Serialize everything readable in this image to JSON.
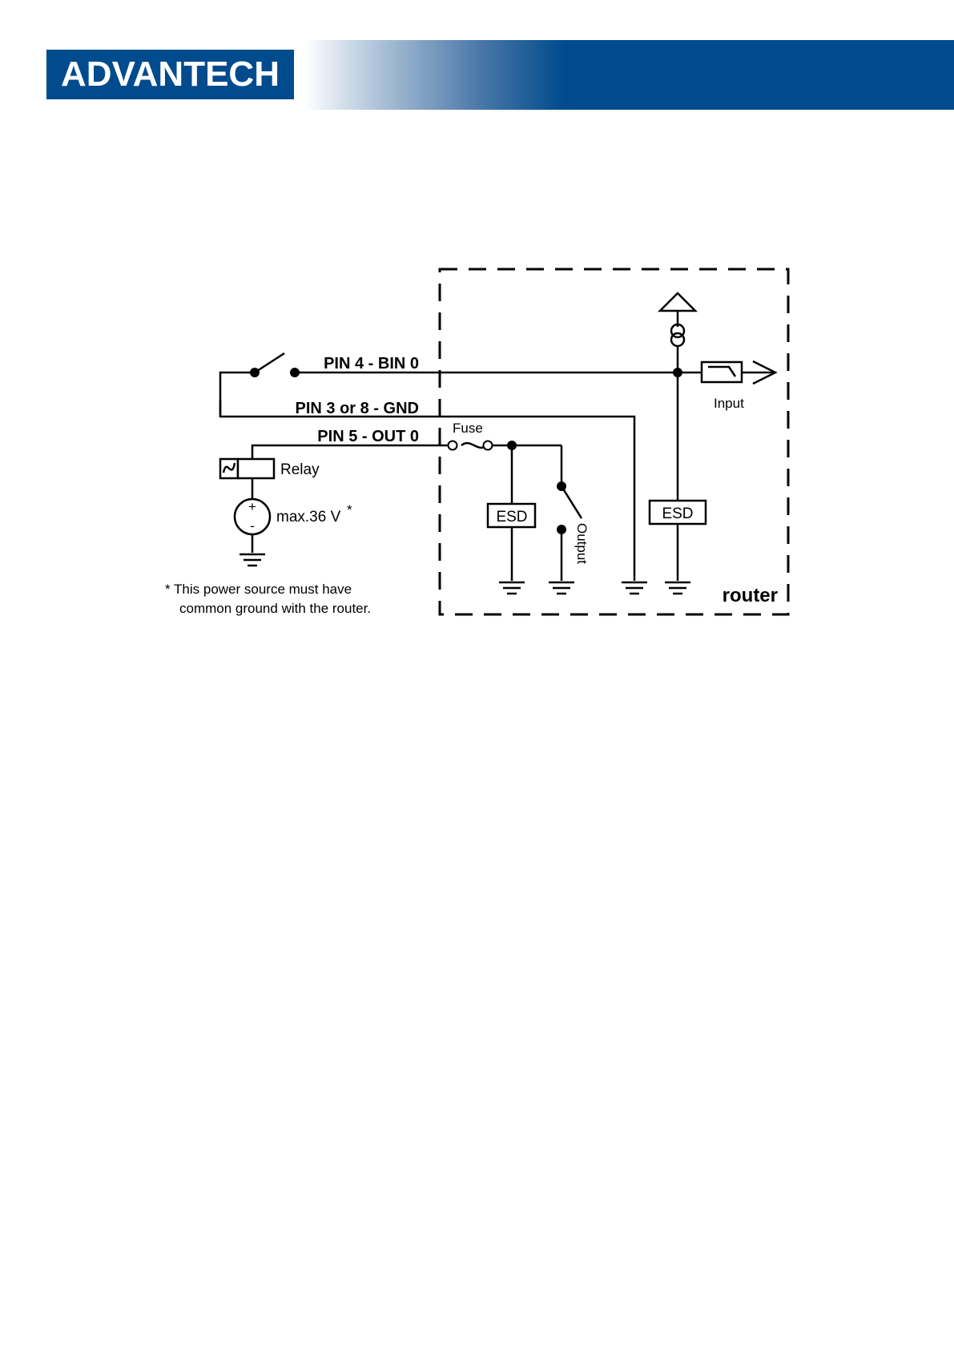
{
  "header": {
    "brand": "ADVANTECH",
    "colors": {
      "brand_blue": "#004b8d"
    }
  },
  "diagram": {
    "labels": {
      "pin4": "PIN 4 - BIN 0",
      "pin3": "PIN 3 or 8 - GND",
      "pin5": "PIN 5 - OUT 0",
      "fuse": "Fuse",
      "relay": "Relay",
      "voltage": "max.36 V",
      "voltage_mark": "*",
      "plus": "+",
      "minus": "-",
      "esd_output": "ESD",
      "esd_input": "ESD",
      "output": "Output",
      "input": "Input",
      "router": "router"
    },
    "footnote": {
      "line1": "* This power source must have",
      "line2": "common ground with the router."
    }
  }
}
